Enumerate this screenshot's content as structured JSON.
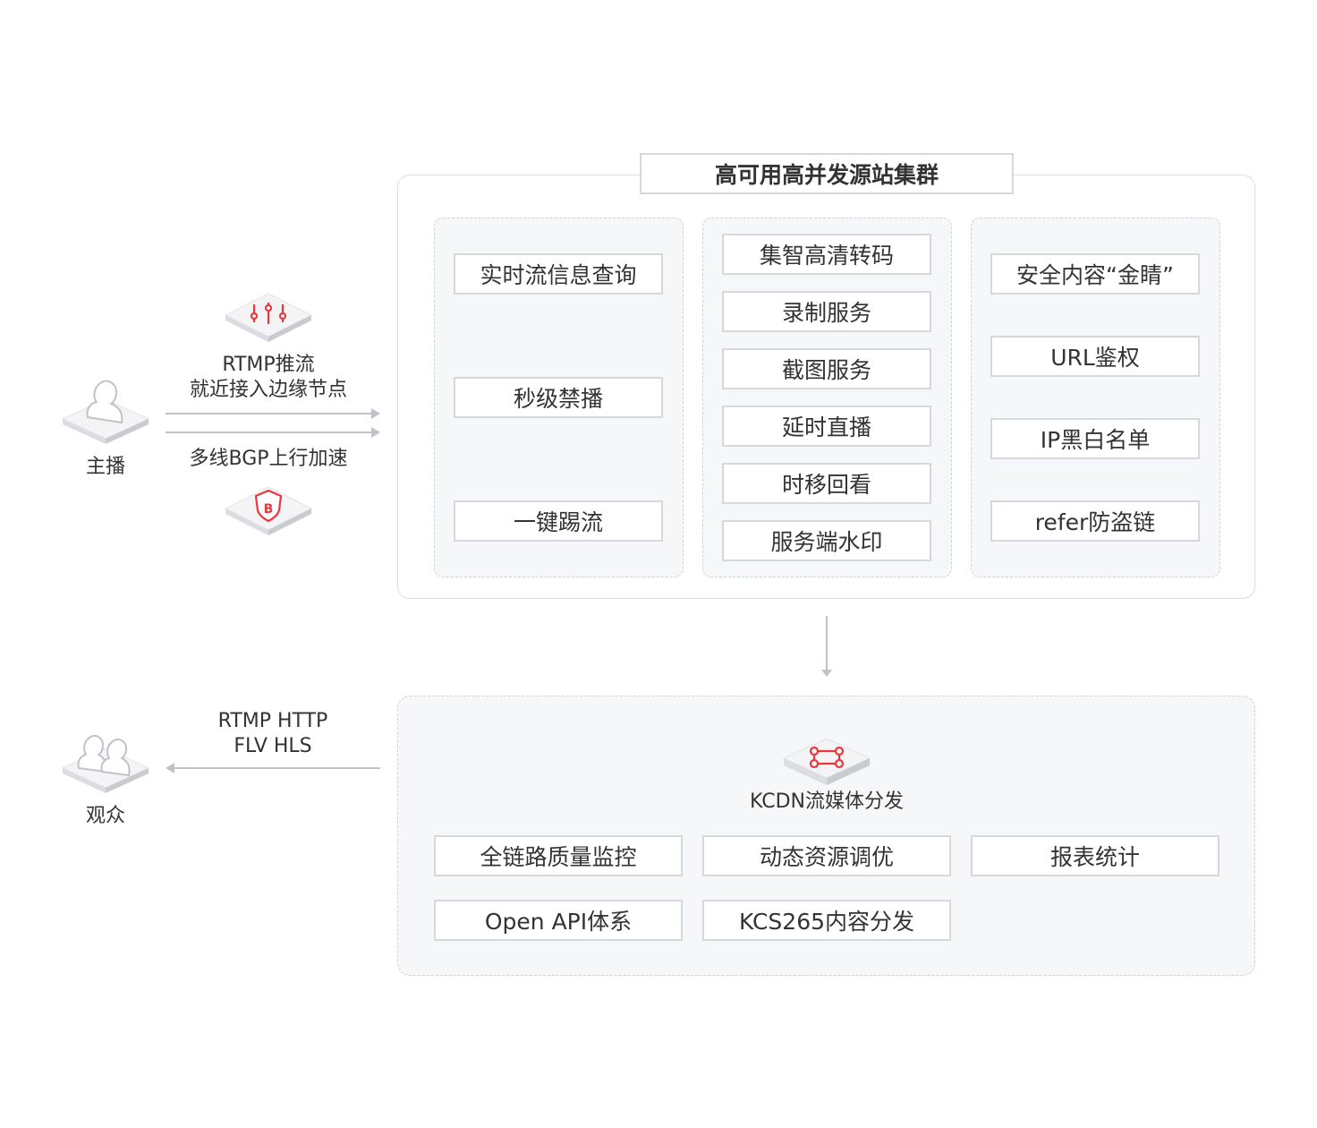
{
  "origin_cluster": {
    "title": "高可用高并发源站集群",
    "left_column": [
      "实时流信息查询",
      "秒级禁播",
      "一键踢流"
    ],
    "middle_column": [
      "集智高清转码",
      "录制服务",
      "截图服务",
      "延时直播",
      "时移回看",
      "服务端水印"
    ],
    "right_column": [
      "安全内容“金睛”",
      "URL鉴权",
      "IP黑白名单",
      "refer防盗链"
    ]
  },
  "anchor": {
    "label": "主播",
    "icon": "person-icon"
  },
  "viewer": {
    "label": "观众",
    "icon": "people-icon"
  },
  "push_flow": {
    "line1": "RTMP推流",
    "line2": "就近接入边缘节点",
    "bgp": "多线BGP上行加速",
    "icon_top": "adjust-sliders-icon",
    "icon_bottom": "shield-b-icon"
  },
  "pull_flow": {
    "line1": "RTMP HTTP",
    "line2": "FLV HLS"
  },
  "cdn": {
    "title": "KCDN流媒体分发",
    "icon": "network-nodes-icon",
    "features": [
      "全链路质量监控",
      "动态资源调优",
      "报表统计",
      "Open API体系",
      "KCS265内容分发"
    ]
  },
  "colors": {
    "accent": "#e8383d",
    "border": "#d6d8e0",
    "panel_bg": "#f6f7f9",
    "arrow": "#bfc2c9"
  }
}
